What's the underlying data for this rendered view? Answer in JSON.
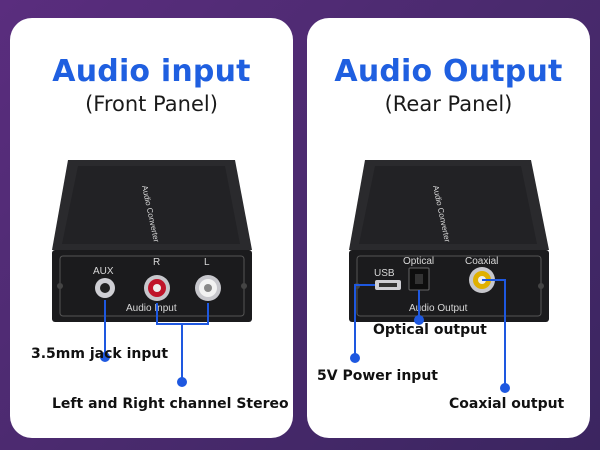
{
  "front": {
    "title": "Audio input",
    "subtitle": "(Front Panel)",
    "port_labels": {
      "aux": "AUX",
      "r": "R",
      "l": "L",
      "panel": "Audio Input"
    },
    "top_text": "Audio Converter",
    "callouts": {
      "jack": "3.5mm jack input",
      "stereo": "Left and Right channel Stereo"
    }
  },
  "rear": {
    "title": "Audio Output",
    "subtitle": "(Rear Panel)",
    "port_labels": {
      "optical": "Optical",
      "coaxial": "Coaxial",
      "usb": "USB",
      "panel": "Audio Output"
    },
    "top_text": "Audio Converter",
    "callouts": {
      "optical": "Optical output",
      "power": "5V Power input",
      "coaxial": "Coaxial output"
    }
  },
  "colors": {
    "accent": "#1f5fe0",
    "line": "#1e58e0",
    "background": "#4a2a6e",
    "device": "#1b1b1d"
  }
}
